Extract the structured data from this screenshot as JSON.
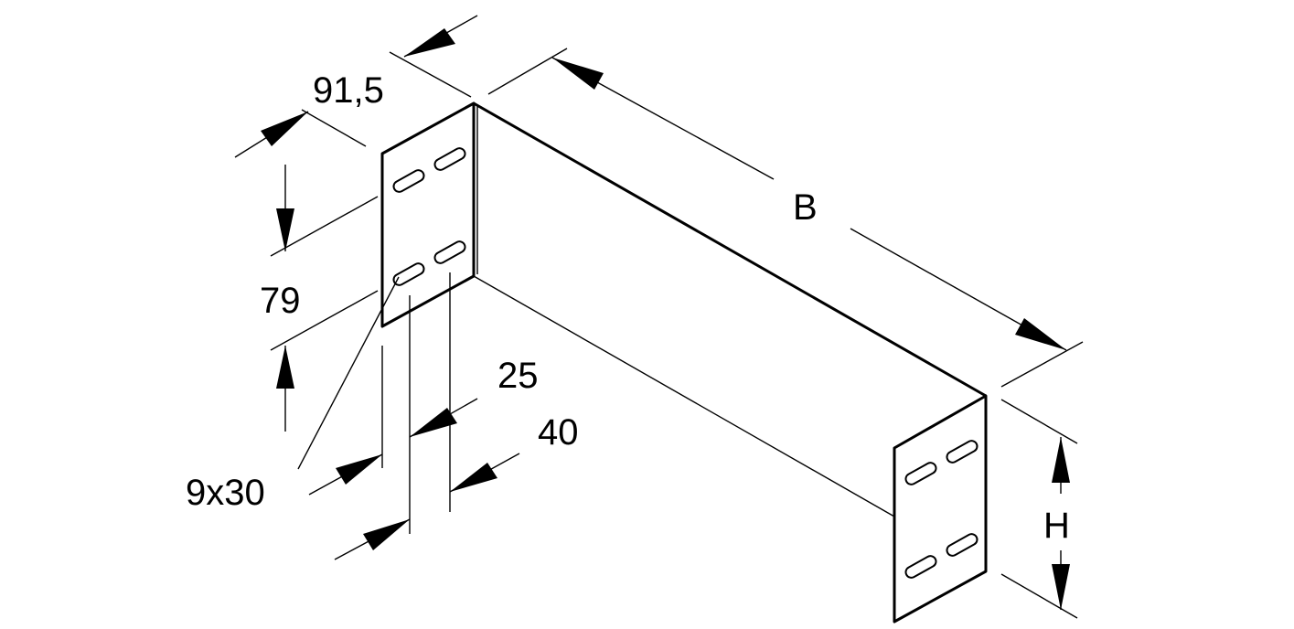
{
  "dimensions": {
    "flange_width": "91,5",
    "slot_spacing": "79",
    "edge_to_slot": "25",
    "slot_pitch": "40",
    "slot_size": "9x30",
    "width": "B",
    "height": "H"
  },
  "colors": {
    "line": "#000000",
    "background": "#ffffff"
  }
}
